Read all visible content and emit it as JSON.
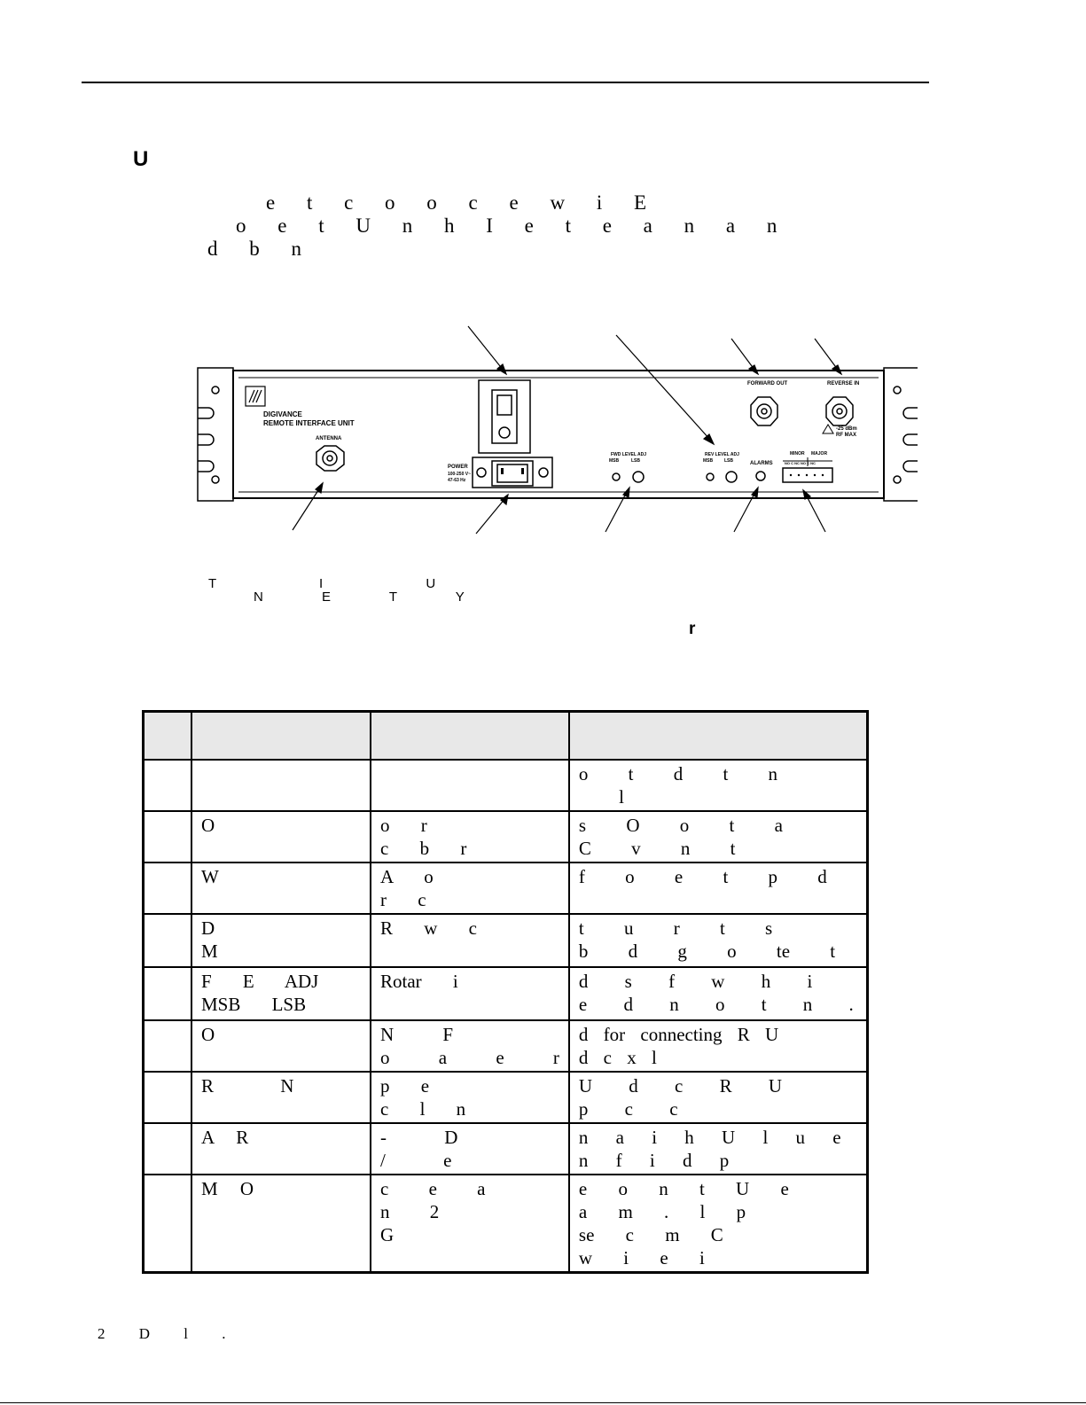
{
  "page": {
    "heading": "U",
    "intro_lines": [
      "e t c o o c e w i E",
      "o e t U n h I e t e a n a n",
      "d b n"
    ]
  },
  "figure": {
    "panel_labels": {
      "brand": "DIGIVANCE",
      "unit": "REMOTE INTERFACE UNIT",
      "antenna": "ANTENNA",
      "power": "POWER",
      "power_rating_1": "100-250 V~",
      "power_rating_2": "47-63 Hz",
      "fwd_level": "FWD LEVEL ADJ",
      "rev_level": "REV LEVEL ADJ",
      "msb": "MSB",
      "lsb": "LSB",
      "alarms": "ALARMS",
      "forward_out": "FORWARD OUT",
      "reverse_in": "REVERSE IN",
      "rf_max_1": "-25 dBm",
      "rf_max_2": "RF MAX",
      "minor": "MINOR",
      "major": "MAJOR",
      "contacts": "NO C NC NO C NC"
    },
    "caption_line1": "T I U",
    "caption_line2": "N E T Y",
    "caption_note": "r"
  },
  "table": {
    "header": [
      "",
      "",
      "",
      ""
    ],
    "rows": [
      {
        "ref": "",
        "item": "",
        "type": "",
        "desc": "o t d t n\n l"
      },
      {
        "ref": "",
        "item": "O",
        "type": "o r\nc b r",
        "desc": "s O o t a\nC v n t"
      },
      {
        "ref": "",
        "item": "W",
        "type": "A o\nr c",
        "desc": "f o e t p d"
      },
      {
        "ref": "",
        "item": "D\nM",
        "type": "R w c",
        "desc": "t u r t s\nb d g o te t"
      },
      {
        "ref": "",
        "item": "F E ADJ\nMSB LSB",
        "type": "Rotar i",
        "desc": "d s f w h i\ne d n o t n ."
      },
      {
        "ref": "",
        "item": "O",
        "type": "N F\no a e r",
        "desc": "d for connecting R U\nd c x l"
      },
      {
        "ref": "",
        "item": "R N",
        "type": "p e\nc l n",
        "desc": "U d c R U\np c c"
      },
      {
        "ref": "",
        "item": "A R",
        "type": "- D\n/ e",
        "desc": "n a i h U l u e\nn f i d p"
      },
      {
        "ref": "",
        "item": "M O",
        "type": "c e a\nn 2\nG",
        "desc": "e o n t U e\na m . l p\nse c m C\nw i e i"
      }
    ]
  },
  "footer": {
    "text": "2 D l ."
  }
}
